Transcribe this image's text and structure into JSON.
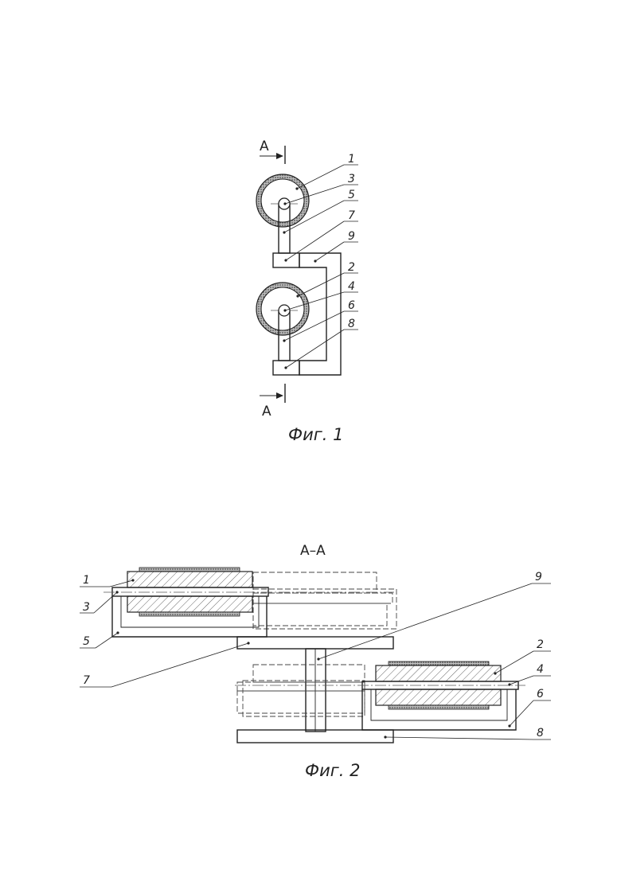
{
  "fig1": {
    "caption": "Фиг. 1",
    "section_marker_top": "А",
    "section_marker_bottom": "А",
    "labels": [
      "1",
      "3",
      "5",
      "7",
      "9",
      "2",
      "4",
      "6",
      "8"
    ]
  },
  "fig2": {
    "caption": "Фиг. 2",
    "section_title": "А–А",
    "labels_left": [
      "1",
      "3",
      "5",
      "7"
    ],
    "labels_right": [
      "9",
      "2",
      "4",
      "6",
      "8"
    ]
  },
  "colors": {
    "line": "#222222",
    "hatch": "#555555",
    "background": "#ffffff"
  }
}
